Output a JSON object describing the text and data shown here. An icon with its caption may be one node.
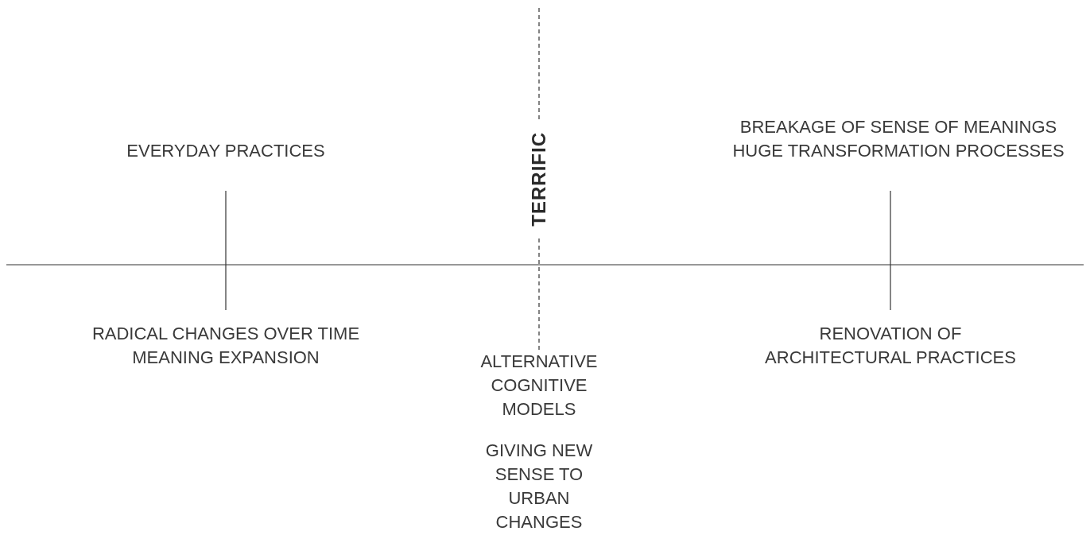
{
  "diagram": {
    "nodes": [
      {
        "text": [
          "EVERYDAY PRACTICES"
        ]
      },
      {
        "text": [
          "RADICAL CHANGES OVER TIME",
          "MEANING EXPANSION"
        ]
      },
      {
        "text": [
          "TERRIFIC"
        ]
      },
      {
        "text": [
          "ALTERNATIVE COGNITIVE MODELS",
          "GIVING NEW SENSE TO URBAN CHANGES"
        ]
      },
      {
        "text": [
          "BREAKAGE OF SENSE OF MEANINGS",
          "HUGE TRANSFORMATION PROCESSES"
        ]
      },
      {
        "text": [
          "RENOVATION OF ARCHITECTURAL PRACTICES"
        ]
      }
    ],
    "edges": [
      {
        "from": 0,
        "to": 1,
        "arrow": "none"
      },
      {
        "from": null,
        "to": 2,
        "arrow": "none",
        "style": "dashed"
      },
      {
        "from": 2,
        "to": 3,
        "arrow": "none",
        "style": "dashed"
      },
      {
        "from": 4,
        "to": 5,
        "arrow": "none"
      }
    ]
  }
}
